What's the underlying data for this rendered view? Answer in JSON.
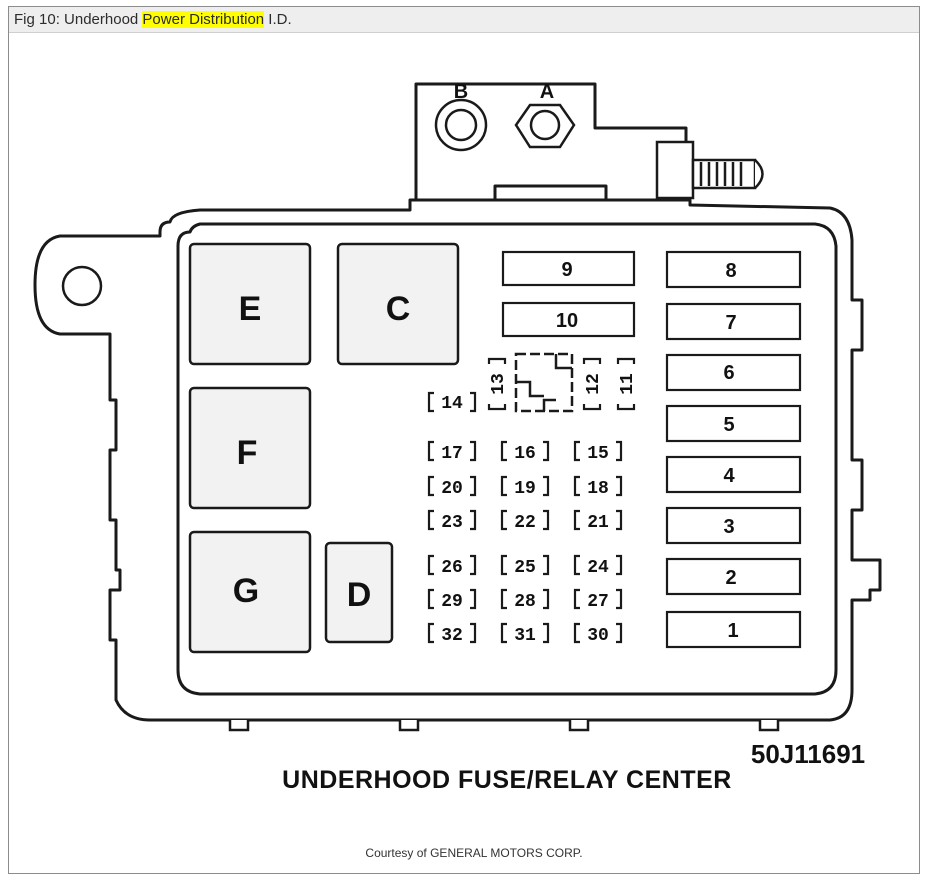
{
  "caption": {
    "prefix": "Fig 10: Underhood ",
    "highlight": "Power Distribution",
    "suffix": " I.D."
  },
  "diagram": {
    "title": "UNDERHOOD FUSE/RELAY CENTER",
    "code": "50J11691",
    "terminals": [
      "B",
      "A"
    ],
    "relays": [
      "E",
      "C",
      "F",
      "G",
      "D"
    ],
    "large_fuses": [
      "9",
      "10",
      "8",
      "7",
      "6",
      "5",
      "4",
      "3",
      "2",
      "1"
    ],
    "mini_fuses": [
      "14",
      "13",
      "12",
      "11",
      "17",
      "16",
      "15",
      "20",
      "19",
      "18",
      "23",
      "22",
      "21",
      "26",
      "25",
      "24",
      "29",
      "28",
      "27",
      "32",
      "31",
      "30"
    ]
  },
  "credit": "Courtesy of GENERAL MOTORS CORP."
}
